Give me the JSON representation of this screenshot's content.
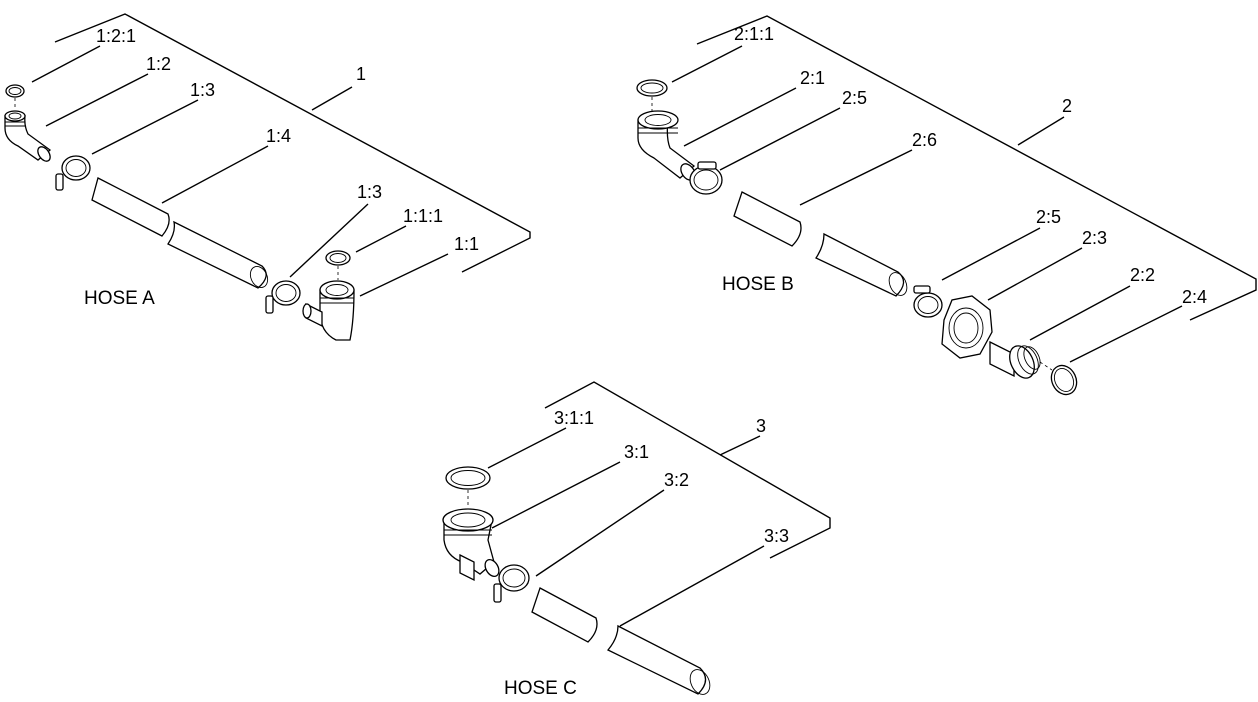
{
  "diagram": {
    "assemblies": [
      {
        "caption": "HOSE A",
        "assembly_label": "1",
        "callouts": [
          "1:2:1",
          "1:2",
          "1:3",
          "1:4",
          "1:3",
          "1:1:1",
          "1:1"
        ]
      },
      {
        "caption": "HOSE B",
        "assembly_label": "2",
        "callouts": [
          "2:1:1",
          "2:1",
          "2:5",
          "2:6",
          "2:5",
          "2:3",
          "2:2",
          "2:4"
        ]
      },
      {
        "caption": "HOSE C",
        "assembly_label": "3",
        "callouts": [
          "3:1:1",
          "3:1",
          "3:2",
          "3:3"
        ]
      }
    ]
  }
}
